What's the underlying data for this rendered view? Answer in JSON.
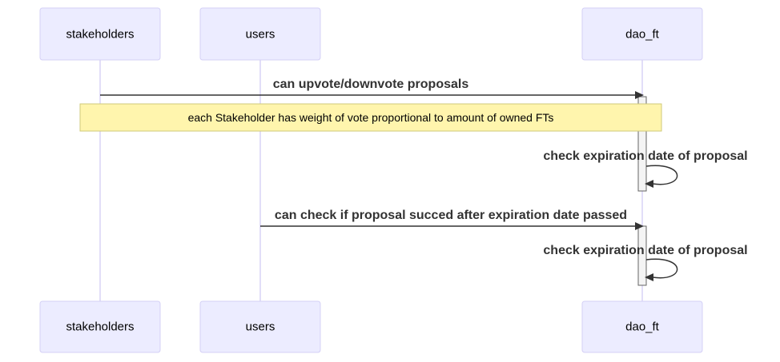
{
  "actors": {
    "stakeholders": "stakeholders",
    "users": "users",
    "dao_ft": "dao_ft"
  },
  "messages": {
    "upvote": "can upvote/downvote proposals",
    "self_check_1": "check expiration date of proposal",
    "check_success": "can check if proposal succed after expiration date passed",
    "self_check_2": "check expiration date of proposal"
  },
  "note": "each Stakeholder has weight of vote proportional to amount of owned FTs"
}
